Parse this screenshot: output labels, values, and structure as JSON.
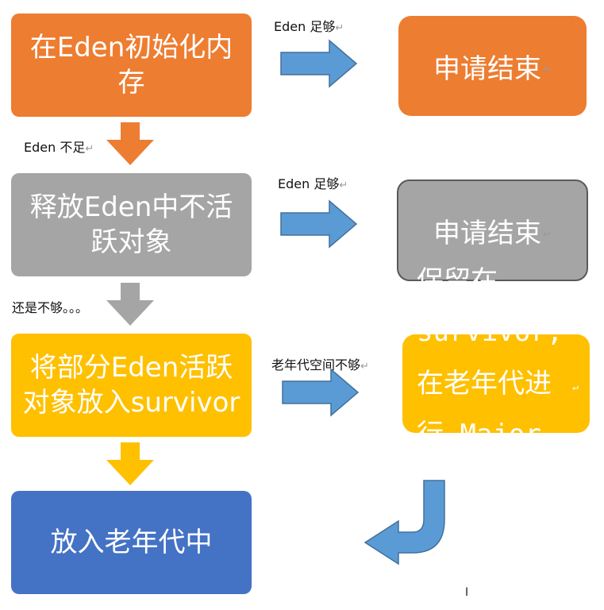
{
  "boxes": {
    "step1": "在Eden初始化内存",
    "step2": "释放Eden中不活跃对象",
    "step3": "将部分Eden活跃对象放入survivor",
    "step4": "放入老年代中",
    "end1": "申请结束",
    "end2": "申请结束",
    "note": "保留在 survivor, 在老年代进行 Major GC"
  },
  "labels": {
    "eden_enough_1": "Eden 足够",
    "eden_not_enough": "Eden 不足",
    "eden_enough_2": "Eden 足够",
    "still_not_enough": "还是不够。。。",
    "old_gen_not_enough": "老年代空间不够"
  },
  "marks": {
    "return_mark": "↵",
    "cursor_glyph": "Ⅰ"
  },
  "colors": {
    "orange": "#ED7D31",
    "gray": "#A5A5A5",
    "gold": "#FFC000",
    "blue": "#4472C4",
    "arrow_blue": "#5B9BD5",
    "arrow_blue_border": "#41719C"
  }
}
